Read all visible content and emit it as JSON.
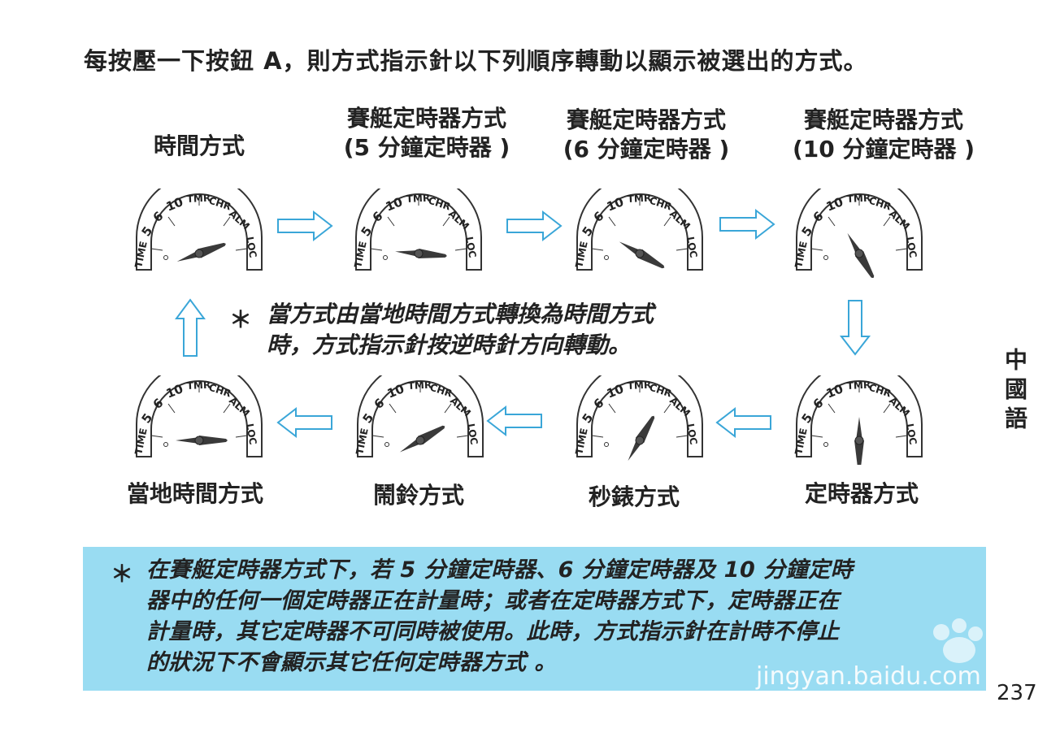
{
  "intro": "每按壓一下按鈕 A，則方式指示針以下列順序轉動以顯示被選出的方式。",
  "dial_scale": {
    "time": "TIME",
    "five": "5",
    "six": "6",
    "ten": "10",
    "tmr": "TMR",
    "chr": "CHR",
    "alm": "ALM",
    "loc": "LOC"
  },
  "modes": [
    {
      "id": "time",
      "line1": "時間方式",
      "line2": ""
    },
    {
      "id": "yacht5",
      "line1": "賽艇定時器方式",
      "line2": "(5 分鐘定時器 )"
    },
    {
      "id": "yacht6",
      "line1": "賽艇定時器方式",
      "line2": "(6 分鐘定時器 )"
    },
    {
      "id": "yacht10",
      "line1": "賽艇定時器方式",
      "line2": "(10 分鐘定時器 )"
    },
    {
      "id": "timer",
      "line1": "定時器方式",
      "line2": ""
    },
    {
      "id": "stopwatch",
      "line1": "秒錶方式",
      "line2": ""
    },
    {
      "id": "alarm",
      "line1": "鬧鈴方式",
      "line2": ""
    },
    {
      "id": "localtime",
      "line1": "當地時間方式",
      "line2": ""
    }
  ],
  "note": {
    "star": "＊",
    "line1": "當方式由當地時間方式轉換為時間方式",
    "line2": "時，方式指示針按逆時針方向轉動。"
  },
  "info": {
    "star": "＊",
    "line1": "在賽艇定時器方式下，若 5 分鐘定時器、6 分鐘定時器及 10 分鐘定時",
    "line2": "器中的任何一個定時器正在計量時；或者在定時器方式下，定時器正在",
    "line3": "計量時，其它定時器不可同時被使用。此時，方式指示針在計時不停止",
    "line4": "的狀況下不會顯示其它任何定時器方式 。"
  },
  "side_label": "中國語",
  "page_number": "237",
  "watermark_text": "jingyan.baidu.com",
  "colors": {
    "info_box": "#99dcf2",
    "arrow": "#3aa6d8"
  }
}
